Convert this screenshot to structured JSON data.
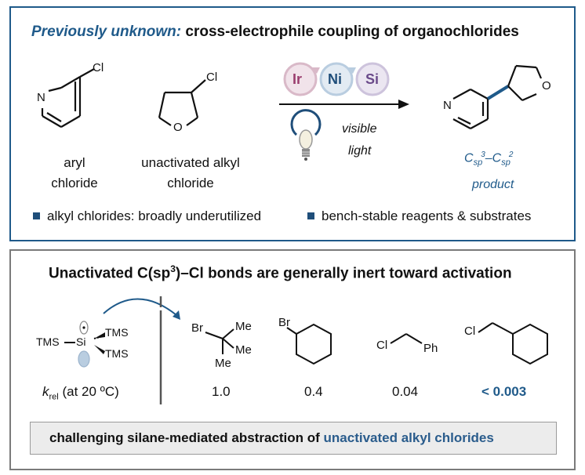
{
  "top_panel": {
    "headline_em": "Previously unknown:",
    "headline_rest": "cross-electrophile coupling of organochlorides",
    "aryl_label_line1": "aryl",
    "aryl_label_line2": "chloride",
    "alkyl_label_line1": "unactivated alkyl",
    "alkyl_label_line2": "chloride",
    "catalysts": [
      "Ir",
      "Ni",
      "Si"
    ],
    "light_line1": "visible",
    "light_line2": "light",
    "product_label": "product",
    "product_bond_main": "C",
    "product_bond_sub1": "sp",
    "product_bond_sup": "3",
    "product_bond_dash": "–C",
    "product_bond_sub2": "sp",
    "product_bond_sup2": "2",
    "bullets": [
      "alkyl chlorides: broadly underutilized",
      "bench-stable reagents & substrates"
    ],
    "atoms": {
      "N": "N",
      "Cl": "Cl",
      "O": "O"
    }
  },
  "bottom_panel": {
    "title_pre": "Unactivated C(sp",
    "title_sup": "3",
    "title_post": ")–Cl bonds are generally inert toward activation",
    "silane": {
      "tms1": "TMS",
      "tms2": "TMS",
      "tms3": "TMS",
      "si": "Si"
    },
    "krel_k": "k",
    "krel_sub": "rel",
    "krel_rest": "(at 20 ºC)",
    "substrates": [
      {
        "atom": "Br",
        "extra": [
          "Me",
          "Me",
          "Me"
        ],
        "krel": "1.0"
      },
      {
        "atom": "Br",
        "krel": "0.4"
      },
      {
        "atom": "Cl",
        "extra": [
          "Ph"
        ],
        "krel": "0.04"
      },
      {
        "atom": "Cl",
        "krel": "< 0.003"
      }
    ],
    "banner_pre": "challenging silane-mediated abstraction of",
    "banner_hl": "unactivated alkyl chlorides"
  },
  "colors": {
    "accent_blue": "#1f5a8a",
    "ir": "#9a3d6e",
    "ni": "#1f4e7a",
    "si": "#6a4a8a"
  }
}
